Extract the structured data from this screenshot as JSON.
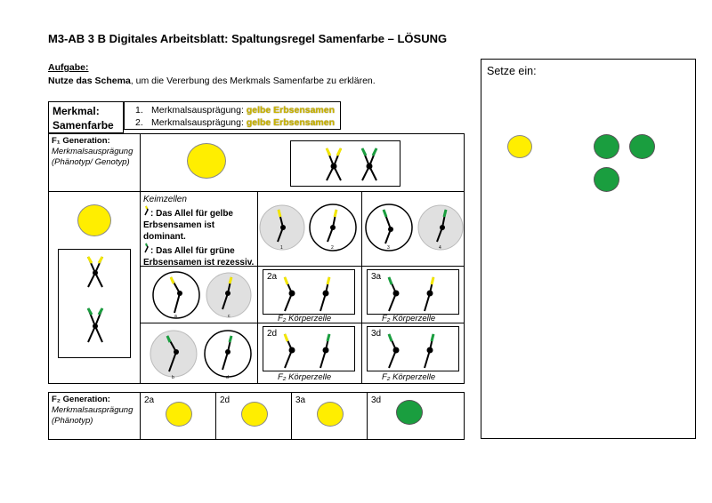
{
  "title": "M3-AB 3 B Digitales Arbeitsblatt: Spaltungsregel Samenfarbe – LÖSUNG",
  "aufgabe": {
    "heading": "Aufgabe:",
    "bold": "Nutze das Schema",
    "rest": ", um die Vererbung des Merkmals Samenfarbe zu erklären."
  },
  "merkmal": {
    "line1": "Merkmal:",
    "line2": "Samenfarbe"
  },
  "options": [
    {
      "num": "1.",
      "label": "Merkmalsausprägung:",
      "value": "gelbe Erbsensamen"
    },
    {
      "num": "2.",
      "label": "Merkmalsausprägung:",
      "value": "gelbe Erbsensamen"
    }
  ],
  "f1": {
    "heading": "F₁ Generation:",
    "line2": "Merkmalsausprägung",
    "line3": "(Phänotyp/ Genotyp)"
  },
  "keimzellen": {
    "title": "Keimzellen",
    "text1": ": Das Allel für gelbe Erbsensamen ist dominant.",
    "text2": ": Das Allel für grüne Erbsensamen ist rezessiv."
  },
  "gamete_labels": [
    "1",
    "2",
    "3",
    "4",
    "a",
    "c",
    "b",
    "d"
  ],
  "cells": [
    {
      "tag": "2a",
      "caption": "F₂ Körperzelle"
    },
    {
      "tag": "3a",
      "caption": "F₂ Körperzelle"
    },
    {
      "tag": "2d",
      "caption": "F₂ Körperzelle"
    },
    {
      "tag": "3d",
      "caption": "F₂ Körperzelle"
    }
  ],
  "f2": {
    "heading": "F₂ Generation:",
    "line2": "Merkmalsausprägung",
    "line3": "(Phänotyp)",
    "results": [
      {
        "tag": "2a",
        "color": "yellow"
      },
      {
        "tag": "2d",
        "color": "yellow"
      },
      {
        "tag": "3a",
        "color": "yellow"
      },
      {
        "tag": "3d",
        "color": "green"
      }
    ]
  },
  "setze": {
    "label": "Setze ein:"
  },
  "colors": {
    "yellow": "#ffee00",
    "green": "#1a9e3f",
    "allele_yellow": "#f2e600",
    "allele_green": "#1a9e3f"
  }
}
